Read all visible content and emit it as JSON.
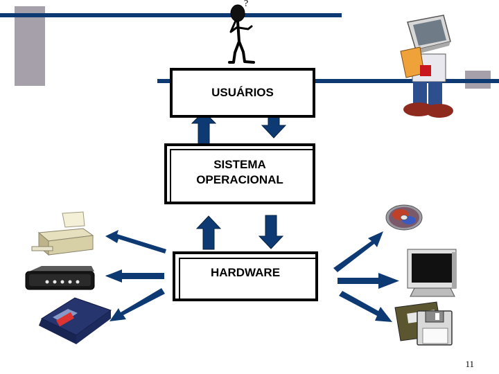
{
  "boxes": {
    "users": "USUÁRIOS",
    "os_line1": "SISTEMA",
    "os_line2": "OPERACIONAL",
    "hardware": "HARDWARE"
  },
  "thinking_figure": {
    "glyph": "?"
  },
  "page_number": "11",
  "icons": [
    "thinking-stick-figure-icon",
    "monitor-head-reader-icon",
    "printer-icon",
    "modem-icon",
    "scanner-icon",
    "cd-disc-icon",
    "crt-monitor-icon",
    "floppy-disks-icon"
  ],
  "colors": {
    "accent_navy": "#0d3a73",
    "accent_gray": "#a5a0aa",
    "frame_black": "#000000"
  }
}
